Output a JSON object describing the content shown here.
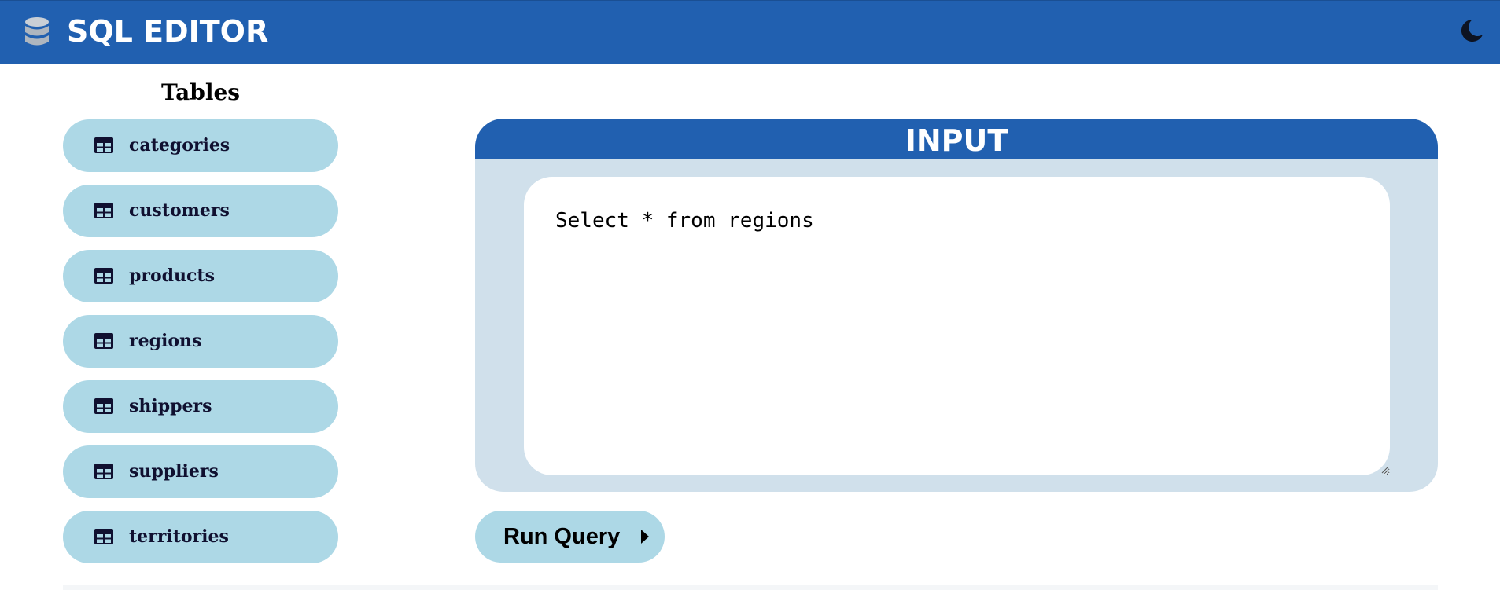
{
  "header": {
    "title": "SQL EDITOR",
    "background_color": "#2160b0",
    "brand_icon": "database-icon",
    "theme_toggle_icon": "moon-icon"
  },
  "sidebar": {
    "heading": "Tables",
    "item_color": "#add8e6",
    "item_icon": "table-icon",
    "items": [
      {
        "label": "categories"
      },
      {
        "label": "customers"
      },
      {
        "label": "products"
      },
      {
        "label": "regions"
      },
      {
        "label": "shippers"
      },
      {
        "label": "suppliers"
      },
      {
        "label": "territories"
      }
    ]
  },
  "input_panel": {
    "title": "INPUT",
    "query": "Select * from regions",
    "panel_color": "#d0e0eb"
  },
  "run_button": {
    "label": "Run Query",
    "icon": "caret-right-icon"
  }
}
